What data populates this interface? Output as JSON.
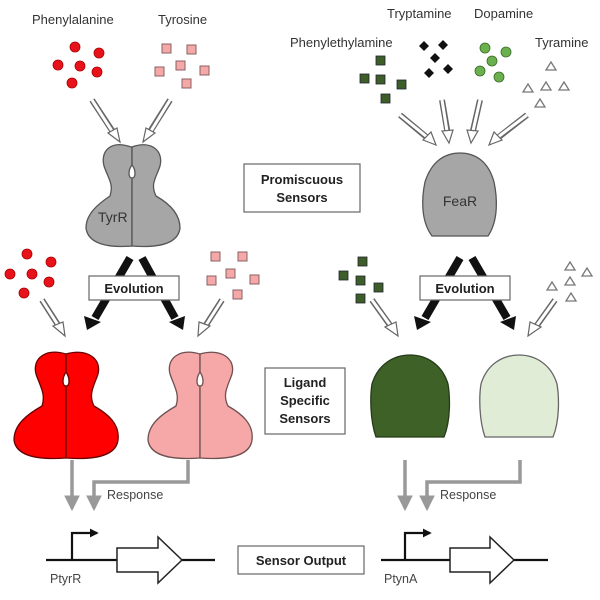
{
  "ligands_top": {
    "phenylalanine": "Phenylalanine",
    "tyrosine": "Tyrosine",
    "tryptamine": "Tryptamine",
    "dopamine": "Dopamine",
    "phenylethylamine": "Phenylethylamine",
    "tyramine": "Tyramine"
  },
  "sensors": {
    "tyrR": "TyrR",
    "feaR": "FeaR"
  },
  "boxes": {
    "promiscuous": [
      "Promiscuous",
      "Sensors"
    ],
    "evolution_left": "Evolution",
    "evolution_right": "Evolution",
    "ligand_specific": [
      "Ligand",
      "Specific",
      "Sensors"
    ],
    "sensor_output": "Sensor Output"
  },
  "response_left": "Response",
  "response_right": "Response",
  "promoters": {
    "left": "PtyrR",
    "right": "PtynA"
  },
  "colors": {
    "phenylalanine": "#e8121a",
    "tyrosine": "#f5a8a8",
    "phenylethylamine": "#3d5e28",
    "tryptamine": "#111111",
    "dopamine": "#6ab04c",
    "tyramine": "#ffffff",
    "promiscuous_sensor": "#a6a6a6",
    "pheA_sensor": "#ff0000",
    "tyr_sensor": "#f6a8a8",
    "pea_sensor": "#3e6128",
    "tyramine_sensor": "#e0ecd6"
  }
}
